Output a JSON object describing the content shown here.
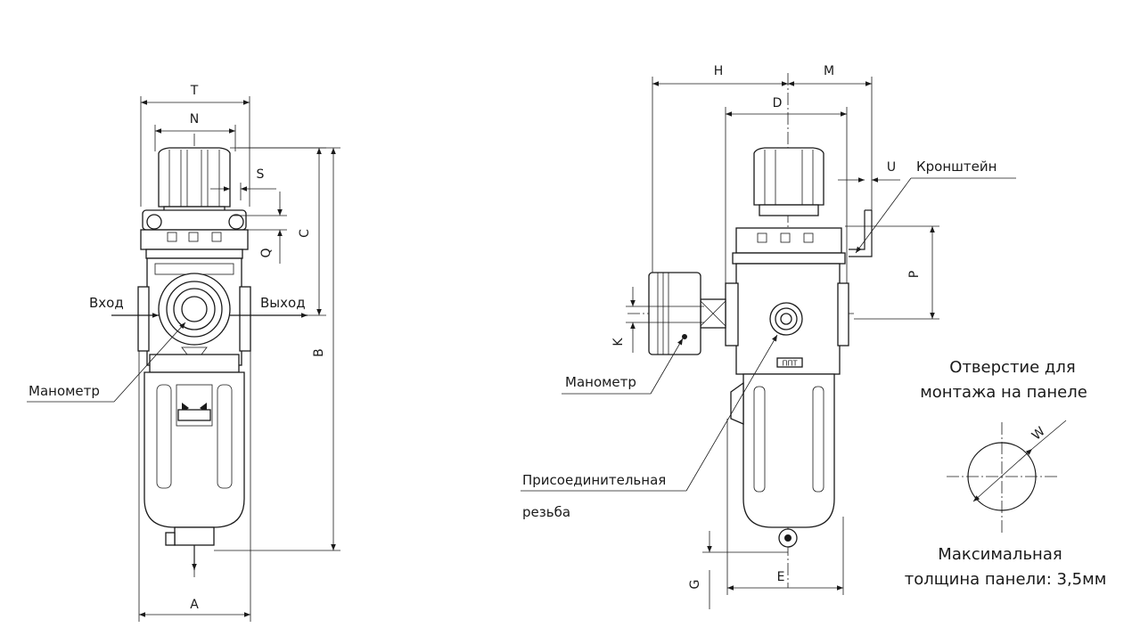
{
  "front_view": {
    "dims": {
      "T": "T",
      "N": "N",
      "S": "S",
      "C": "C",
      "Q": "Q",
      "B": "B",
      "A": "A"
    },
    "inlet_label": "Вход",
    "outlet_label": "Выход",
    "gauge_label": "Манометр"
  },
  "side_view": {
    "dims": {
      "H": "H",
      "M": "M",
      "D": "D",
      "U": "U",
      "P": "P",
      "K": "K",
      "E": "E",
      "G": "G"
    },
    "bracket_label": "Кронштейн",
    "gauge_label": "Манометр",
    "thread_label_line1": "Присоединительная",
    "thread_label_line2": "резьба",
    "body_mark": "ППТ"
  },
  "panel_hole": {
    "title_line1": "Отверстие для",
    "title_line2": "монтажа на панеле",
    "dim_W": "W",
    "note_line1": "Максимальная",
    "note_line2": "толщина панели: 3,5мм"
  }
}
